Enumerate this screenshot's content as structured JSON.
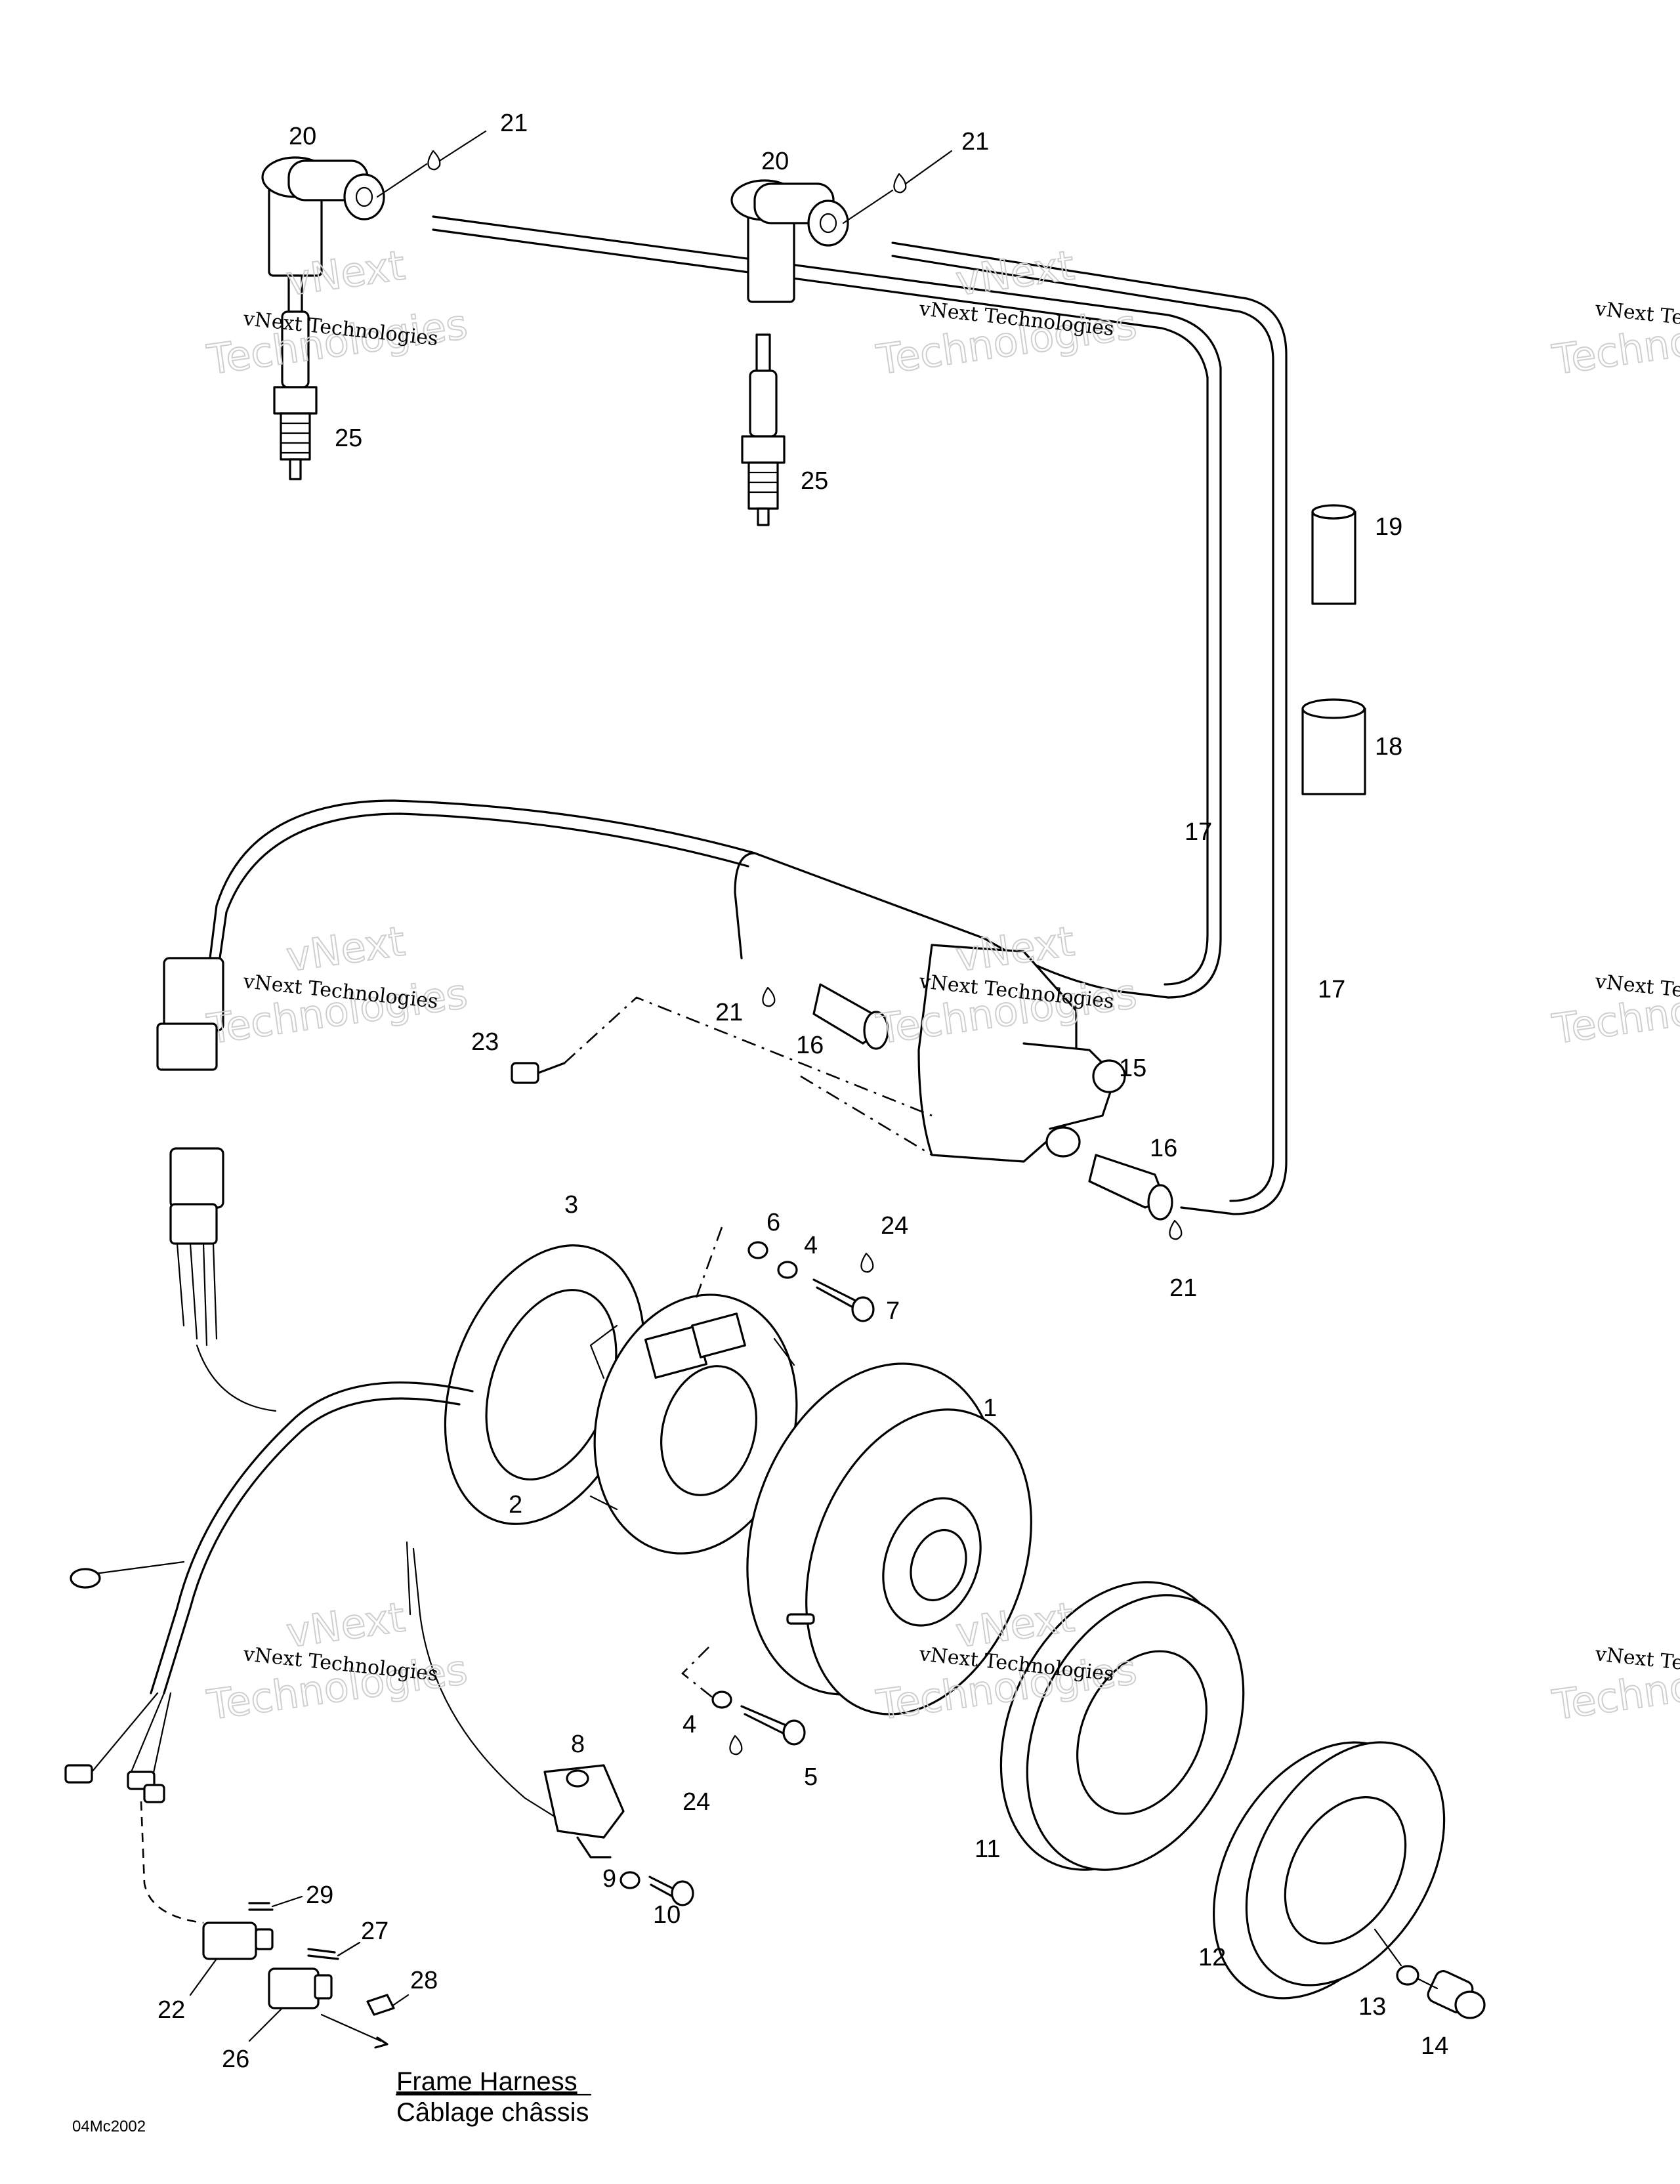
{
  "callouts": {
    "c20a": "20",
    "c21a": "21",
    "c20b": "20",
    "c21b": "21",
    "c25a": "25",
    "c25b": "25",
    "c19": "19",
    "c18": "18",
    "c17a": "17",
    "c17b": "17",
    "c21c": "21",
    "c16a": "16",
    "c23": "23",
    "c15": "15",
    "c16b": "16",
    "c21d": "21",
    "c3": "3",
    "c6": "6",
    "c4a": "4",
    "c24a": "24",
    "c7": "7",
    "c1": "1",
    "c2": "2",
    "c8": "8",
    "c4b": "4",
    "c5": "5",
    "c24b": "24",
    "c11": "11",
    "c9": "9",
    "c10": "10",
    "c12": "12",
    "c13": "13",
    "c14": "14",
    "c29": "29",
    "c27": "27",
    "c28": "28",
    "c22": "22",
    "c26": "26"
  },
  "caption": {
    "main": "Frame Harness",
    "sub": "Câblage châssis"
  },
  "reference": "04Mc2002",
  "watermark": {
    "small": "vNext Technologies",
    "big": "Technologies",
    "big_top": "vNext"
  }
}
